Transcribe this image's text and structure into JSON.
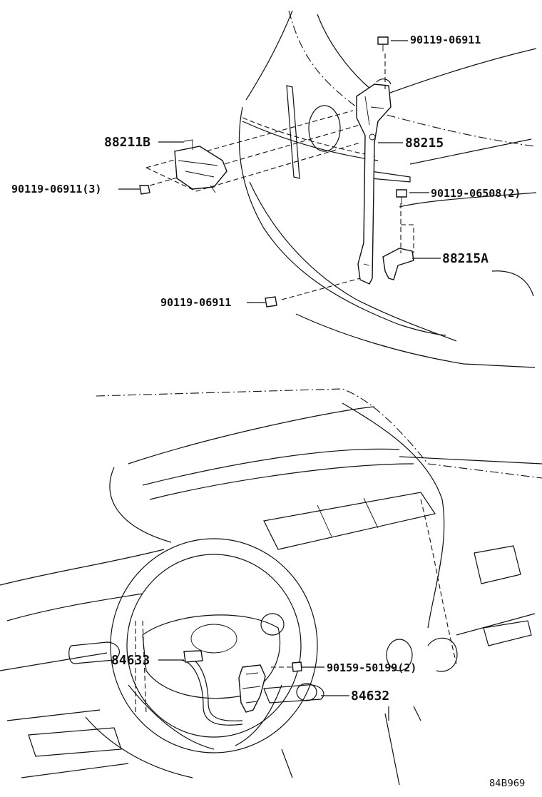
{
  "diagram": {
    "diagram_id": "84B969",
    "upper_assembly": {
      "callouts": [
        {
          "key": "bolt_top",
          "text": "90119-06911"
        },
        {
          "key": "sensor",
          "text": "88211B"
        },
        {
          "key": "bracket",
          "text": "88215"
        },
        {
          "key": "bolt_left",
          "text": "90119-06911(3)"
        },
        {
          "key": "bolt_right",
          "text": "90119-06508(2)"
        },
        {
          "key": "bracket_a",
          "text": "88215A"
        },
        {
          "key": "bolt_bottom",
          "text": "90119-06911"
        }
      ]
    },
    "lower_assembly": {
      "callouts": [
        {
          "key": "switch_left",
          "text": "84633"
        },
        {
          "key": "screw",
          "text": "90159-50199(2)"
        },
        {
          "key": "switch_right",
          "text": "84632"
        }
      ]
    }
  }
}
